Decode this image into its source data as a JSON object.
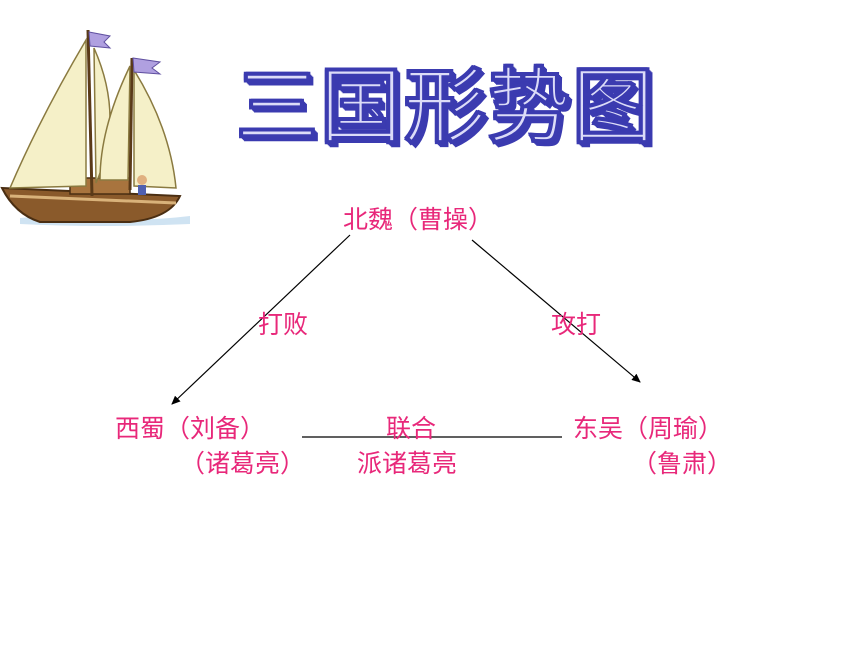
{
  "title": "三国形势图",
  "nodes": {
    "wei": "北魏（曹操）",
    "shu_line1": "西蜀（刘备）",
    "shu_line2": "（诸葛亮）",
    "wu_line1": "东吴（周瑜）",
    "wu_line2": "（鲁肃）"
  },
  "relations": {
    "wei_shu": "打败",
    "wei_wu": "攻打",
    "shu_wu_line1": "联合",
    "shu_wu_line2": "派诸葛亮"
  },
  "colors": {
    "label": "#e8287a",
    "title_fill": "#dcdcf8",
    "title_outline": "#3b3bb0",
    "line": "#000000"
  },
  "icons": [
    "sailboat-illustration"
  ]
}
